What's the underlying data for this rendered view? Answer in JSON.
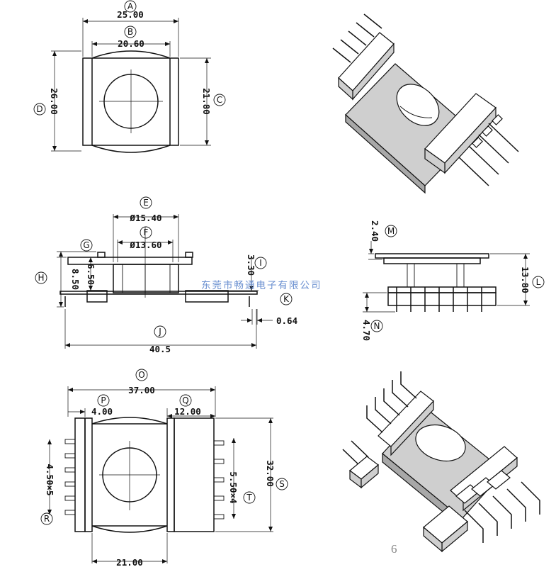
{
  "dimensions": {
    "A": "25.00",
    "B": "20.60",
    "C": "21.80",
    "D": "26.00",
    "E": "Ø15.40",
    "F": "Ø13.60",
    "G": "6.50",
    "H": "8.50",
    "I": "3.30",
    "J": "40.5",
    "K": "0.64",
    "L": "13.80",
    "M": "2.40",
    "N": "4.70",
    "O": "37.00",
    "P": "4.00",
    "Q": "12.00",
    "R": "4.50×5",
    "S": "32.00",
    "T": "5.50×4",
    "U": "21.00"
  },
  "balloons": [
    "A",
    "B",
    "C",
    "D",
    "E",
    "F",
    "G",
    "H",
    "I",
    "J",
    "K",
    "L",
    "M",
    "N",
    "O",
    "P",
    "Q",
    "R",
    "S",
    "T"
  ],
  "watermark": "东莞市畅通电子有限公司",
  "page_number": "6"
}
